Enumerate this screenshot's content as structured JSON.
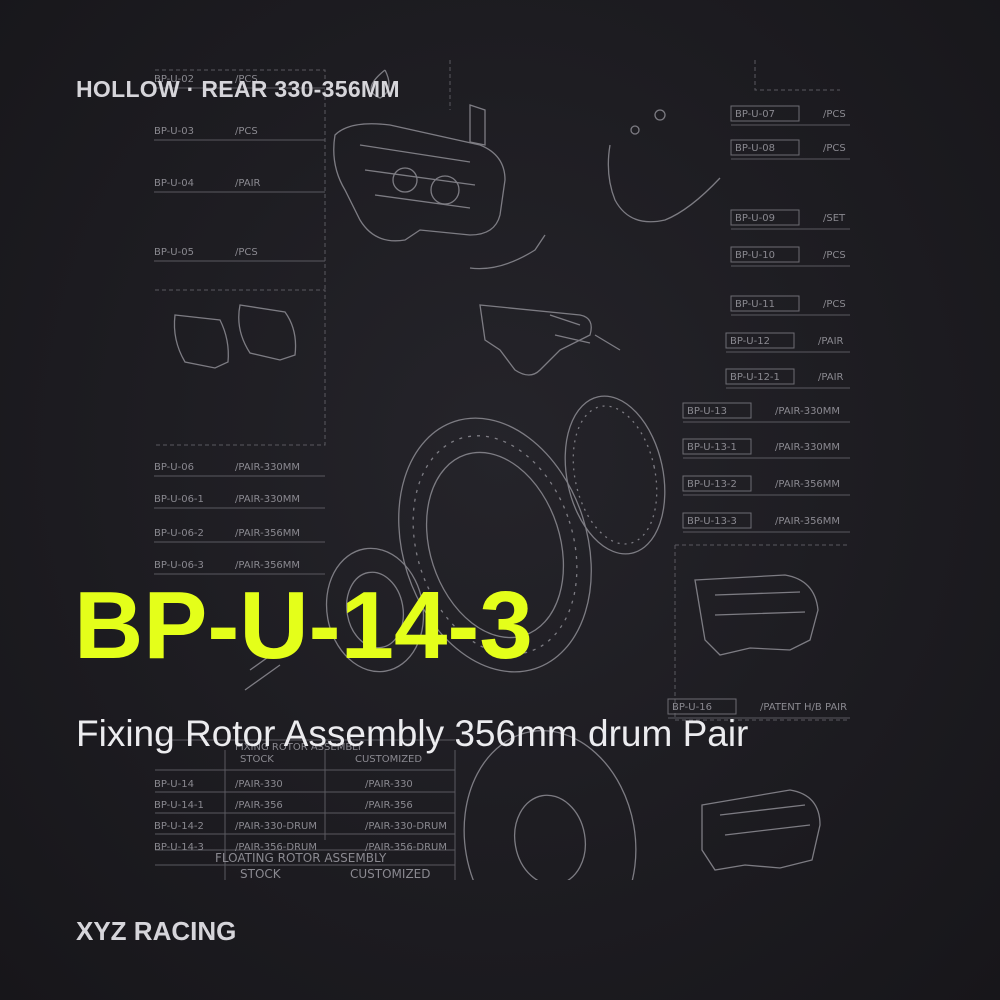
{
  "header": {
    "category": "HOLLOW · REAR 330-356MM"
  },
  "product": {
    "code": "BP-U-14-3",
    "description": "Fixing Rotor Assembly 356mm drum Pair"
  },
  "footer": {
    "brand": "XYZ RACING"
  },
  "colors": {
    "accent": "#e4ff1a",
    "background": "#1b1a1f",
    "text": "#ececef"
  },
  "diagram": {
    "left_labels": [
      {
        "code": "BP-U-02",
        "unit": "/PCS"
      },
      {
        "code": "BP-U-03",
        "unit": "/PCS"
      },
      {
        "code": "BP-U-04",
        "unit": "/PAIR"
      },
      {
        "code": "BP-U-05",
        "unit": "/PCS"
      },
      {
        "code": "BP-U-06",
        "unit": "/PAIR-330MM"
      },
      {
        "code": "BP-U-06-1",
        "unit": "/PAIR-330MM"
      },
      {
        "code": "BP-U-06-2",
        "unit": "/PAIR-356MM"
      },
      {
        "code": "BP-U-06-3",
        "unit": "/PAIR-356MM"
      }
    ],
    "right_labels": [
      {
        "code": "BP-U-07",
        "unit": "/PCS"
      },
      {
        "code": "BP-U-08",
        "unit": "/PCS"
      },
      {
        "code": "BP-U-09",
        "unit": "/SET"
      },
      {
        "code": "BP-U-10",
        "unit": "/PCS"
      },
      {
        "code": "BP-U-11",
        "unit": "/PCS"
      },
      {
        "code": "BP-U-12",
        "unit": "/PAIR"
      },
      {
        "code": "BP-U-12-1",
        "unit": "/PAIR"
      },
      {
        "code": "BP-U-13",
        "unit": "/PAIR-330MM"
      },
      {
        "code": "BP-U-13-1",
        "unit": "/PAIR-330MM"
      },
      {
        "code": "BP-U-13-2",
        "unit": "/PAIR-356MM"
      },
      {
        "code": "BP-U-13-3",
        "unit": "/PAIR-356MM"
      },
      {
        "code": "BP-U-16",
        "unit": "/PATENT H/B PAIR"
      }
    ],
    "fixing_table": {
      "title": "FIXING ROTOR ASSEMBLY",
      "headers": [
        "STOCK",
        "CUSTOMIZED"
      ],
      "rows": [
        {
          "code": "BP-U-14",
          "stock": "/PAIR-330",
          "custom": "/PAIR-330"
        },
        {
          "code": "BP-U-14-1",
          "stock": "/PAIR-356",
          "custom": "/PAIR-356"
        },
        {
          "code": "BP-U-14-2",
          "stock": "/PAIR-330-DRUM",
          "custom": "/PAIR-330-DRUM"
        },
        {
          "code": "BP-U-14-3",
          "stock": "/PAIR-356-DRUM",
          "custom": "/PAIR-356-DRUM"
        }
      ]
    },
    "floating_table": {
      "title": "FLOATING ROTOR ASSEMBLY",
      "headers": [
        "STOCK",
        "CUSTOMIZED"
      ]
    }
  }
}
